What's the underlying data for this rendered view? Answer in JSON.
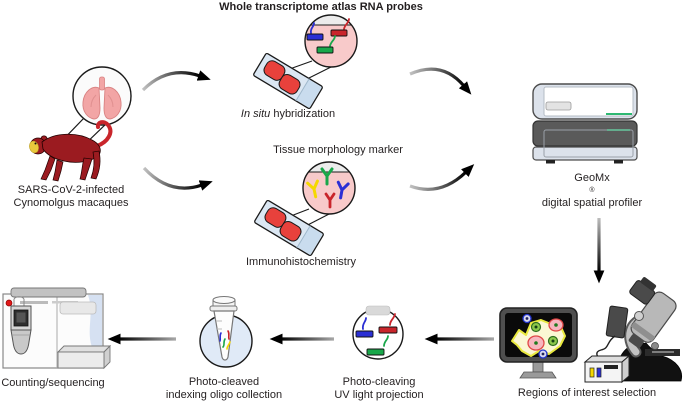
{
  "figure": {
    "title": "Whole transcriptome atlas RNA probes",
    "source": {
      "line1": "SARS-CoV-2-infected",
      "line2": "Cynomolgus macaques"
    },
    "ish": {
      "italic": "In situ",
      "rest": " hybridization"
    },
    "tissue_marker": "Tissue morphology marker",
    "ihc": "Immunohistochemistry",
    "geomx": {
      "name": "GeoMx",
      "reg": "®",
      "rest": " digital spatial profiler"
    },
    "roi": "Regions of interest selection",
    "uv": {
      "line1": "Photo-cleaving",
      "line2": "UV light projection"
    },
    "oligo": {
      "line1": "Photo-cleaved",
      "line2": "indexing oligo collection"
    },
    "counting": "Counting/sequencing"
  },
  "icons": [
    "macaque-icon",
    "lung-inset-icon",
    "rna-probe-inset-icon",
    "ish-slide-icon",
    "antibody-inset-icon",
    "ihc-slide-icon",
    "geomx-machine-icon",
    "microscope-icon",
    "controller-box-icon",
    "monitor-icon",
    "uv-projection-icon",
    "collection-tube-icon",
    "sequencer-icon",
    "curved-arrow-icon",
    "straight-arrow-icon",
    "down-arrow-icon"
  ],
  "palette": {
    "probe_red": "#c9252b",
    "probe_blue": "#2b2fd4",
    "probe_green": "#19a74a",
    "antibody_yellow": "#f5d800",
    "inset_pink": "#f8caca",
    "slide_blue": "#dbe7f3",
    "tissue_red": "#e8413c",
    "monkey_red": "#9b1b20",
    "monkey_face_yellow": "#e9c93c",
    "lung_pink": "#f2a5a5",
    "machine_light": "#dce2eb",
    "machine_dark": "#5a5a5a",
    "status_green": "#2eb872",
    "roi_cream": "#fbf7d4",
    "roi_yellow": "#e9e93e",
    "tube_fill": "#e0eaf7",
    "arrow_black": "#000000",
    "text": "#231f20"
  }
}
